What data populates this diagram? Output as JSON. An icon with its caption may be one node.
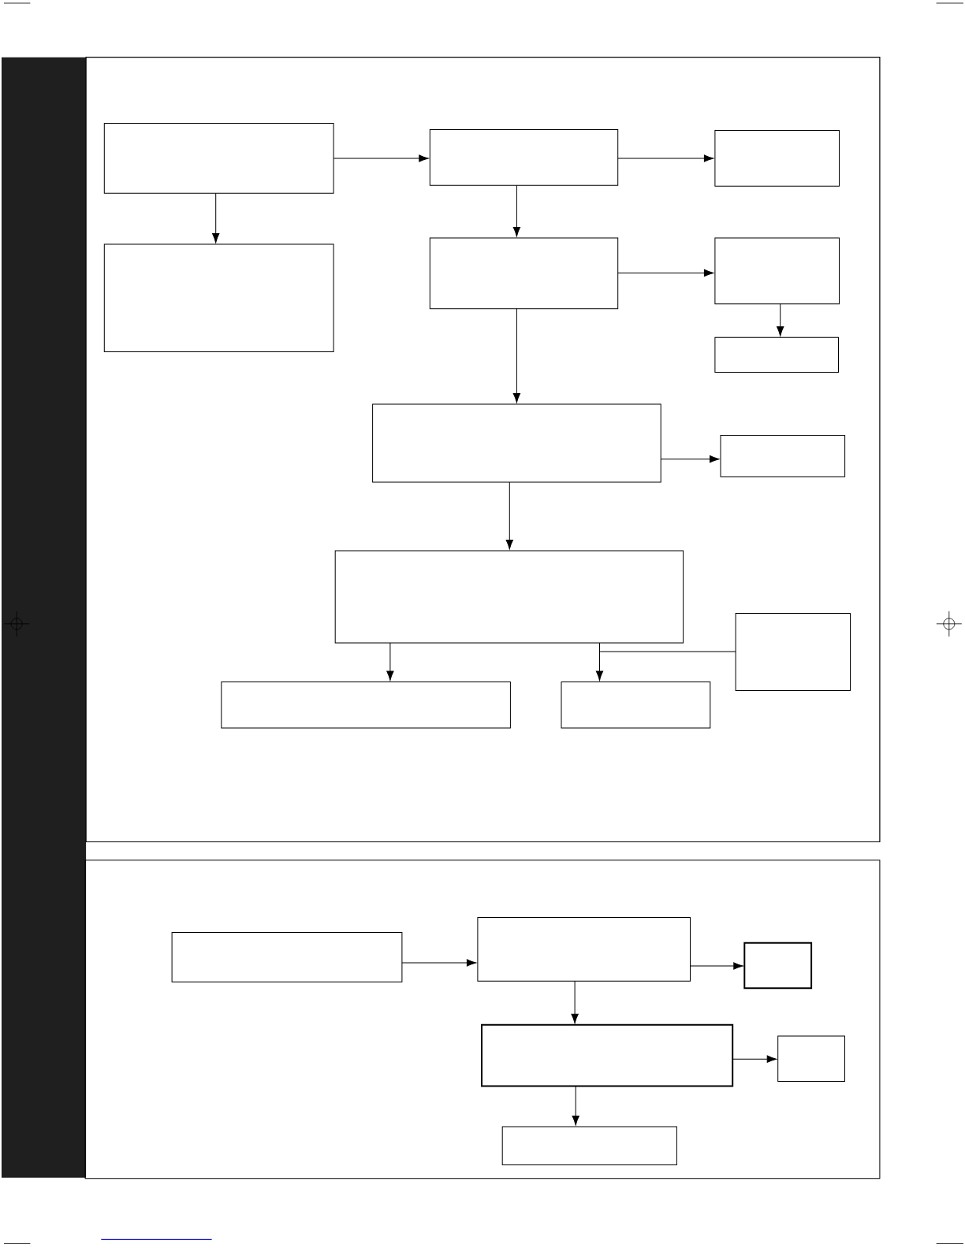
{
  "diagram": {
    "nodes": [
      {
        "text": [],
        "shape": "box"
      },
      {
        "text": [],
        "shape": "box"
      },
      {
        "text": [],
        "shape": "box",
        "in": 0
      },
      {
        "text": [],
        "shape": "box",
        "in": 0
      },
      {
        "text": [],
        "shape": "box",
        "in": 0
      },
      {
        "text": [],
        "shape": "box",
        "in": 0
      },
      {
        "text": [],
        "shape": "box",
        "in": 0
      },
      {
        "text": [],
        "shape": "box",
        "in": 0
      },
      {
        "text": [],
        "shape": "box",
        "in": 0
      },
      {
        "text": [],
        "shape": "box",
        "in": 0
      },
      {
        "text": [],
        "shape": "box",
        "in": 0
      },
      {
        "text": [],
        "shape": "box",
        "in": 0
      },
      {
        "text": [],
        "shape": "box",
        "in": 0
      },
      {
        "text": [],
        "shape": "box",
        "in": 0
      },
      {
        "text": [],
        "shape": "box",
        "in": 0
      },
      {
        "text": [],
        "shape": "box",
        "in": 1
      },
      {
        "text": [],
        "shape": "box",
        "in": 1
      },
      {
        "text": [],
        "shape": "box",
        "in": 1
      },
      {
        "text": [],
        "shape": "box",
        "in": 1
      },
      {
        "text": [],
        "shape": "box",
        "in": 1
      },
      {
        "text": [],
        "shape": "box",
        "in": 1
      }
    ],
    "edges": [
      {
        "from": 2,
        "to": 4,
        "arrow": "to"
      },
      {
        "from": 2,
        "to": 3,
        "arrow": "to"
      },
      {
        "from": 4,
        "to": 5,
        "arrow": "to"
      },
      {
        "from": 4,
        "to": 6,
        "arrow": "to"
      },
      {
        "from": 6,
        "to": 7,
        "arrow": "to"
      },
      {
        "from": 7,
        "to": 8,
        "arrow": "to"
      },
      {
        "from": 6,
        "to": 9,
        "arrow": "to"
      },
      {
        "from": 9,
        "to": 10,
        "arrow": "to"
      },
      {
        "from": 9,
        "to": 11,
        "arrow": "to"
      },
      {
        "from": 11,
        "to": 13,
        "arrow": "to"
      },
      {
        "from": 11,
        "to": 14,
        "arrow": "to"
      },
      {
        "from": 12,
        "to": 14,
        "arrow": "to"
      },
      {
        "from": 15,
        "to": 16,
        "arrow": "to"
      },
      {
        "from": 16,
        "to": 17,
        "arrow": "to"
      },
      {
        "from": 16,
        "to": 18,
        "arrow": "to"
      },
      {
        "from": 18,
        "to": 19,
        "arrow": "to"
      },
      {
        "from": 18,
        "to": 20,
        "arrow": "to"
      }
    ]
  }
}
